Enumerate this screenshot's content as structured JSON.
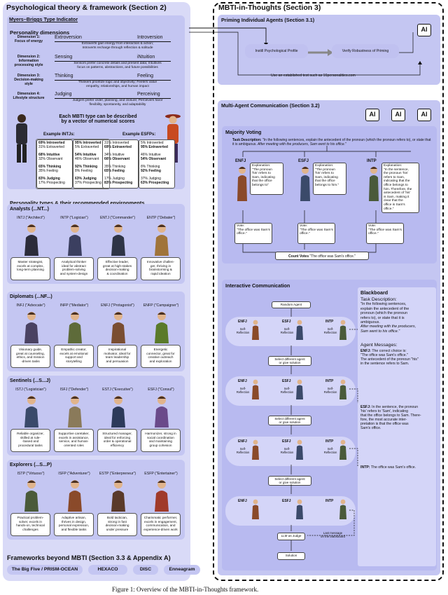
{
  "left": {
    "title": "Psychological theory & framework (Section 2)",
    "mbti_title": "Myers–Briggs Type Indicator",
    "dimensions_title": "Personality dimensions",
    "dimensions": [
      {
        "name": "Dimension 1:\nFocus of energy",
        "left": "Extroversion",
        "right": "Introversion",
        "desc": "Extraverts gain energy from interaction & action;\nIntroverts recharge through reflection & solitude"
      },
      {
        "name": "Dimension 2:\nInformation\nprocessing style",
        "left": "Sensing",
        "right": "iNtuition",
        "desc": "Sensors prefer concrete details and present data; Intuitives\nfocus on patterns, abstractions, and future possibilities"
      },
      {
        "name": "Dimension 3:\nDecision-making\nstyle",
        "left": "Thinking",
        "right": "Feeling",
        "desc": "Thinkers prioritize logic and objectivity; Feelers value\nempathy, relationships, and human impact"
      },
      {
        "name": "Dimension 4:\nLifestyle structure",
        "left": "Judging",
        "right": "Perceiving",
        "desc": "Judgers prefer order, planning, and closure; Perceivers favor\nflexibility, spontaneity, and adaptability"
      }
    ],
    "vector_text": "Each MBTI type can be described\nby a vector of numerical scores",
    "example_intj": "Example INTJs:",
    "example_esfp": "Example ESFPs:",
    "intj_a": [
      "69% Introverted",
      "31% Extraverted",
      "68% Intuitive",
      "32% Observant",
      "65% Thinking",
      "35% Feeling",
      "83% Judging",
      "17% Prospecting"
    ],
    "intj_b": [
      "95% Introverted",
      "5% Extraverted",
      "54% Intuitive",
      "46% Observant",
      "92% Thinking",
      "8% Feeling",
      "63% Judging",
      "37% Prospecting"
    ],
    "esfp_a": [
      "31% Introverted",
      "69% Extraverted",
      "34% Intuitive",
      "66% Observant",
      "35% Thinking",
      "65% Feeling",
      "17% Judging",
      "83% Prospecting"
    ],
    "esfp_b": [
      "5% Introverted",
      "95% Extraverted",
      "46% Intuitive",
      "54% Observant",
      "8% Thinking",
      "92% Feeling",
      "37% Judging",
      "63% Prospecting"
    ],
    "types_title": "Personality types & their recommended environments",
    "groups": [
      {
        "name": "Analysts (...NT...)",
        "types": [
          {
            "t": "INTJ (\"Architect\")",
            "d": "Master strategist,\nexcels at complex,\nlong-term planning"
          },
          {
            "t": "INTP (\"Logician\")",
            "d": "Analytical thinker\nideal for abstract\nproblem-solving\nand system-design"
          },
          {
            "t": "ENTJ (\"Commander\")",
            "d": "Effective leader,\ngreat at high-stakes\ndecision-making\n& coordination"
          },
          {
            "t": "ENTP (\"Debater\")",
            "d": "Innovative challen-\nger, thriving in\nbrainstorming &\nrapid ideation"
          }
        ]
      },
      {
        "name": "Diplomats (...NF...)",
        "types": [
          {
            "t": "INFJ (\"Advocate\")",
            "d": "Visionary guide,\ngreat at counseling,\nethics, and mission\n-driven tasks"
          },
          {
            "t": "INFP (\"Mediator\")",
            "d": "Empathic creator,\nexcels at emotional\nsupport and\nstorytelling"
          },
          {
            "t": "ENFJ (\"Protagonist\")",
            "d": "Inspirational\nmotivator, ideal for\nteam leadership\nand persuasion"
          },
          {
            "t": "ENFP (\"Campaigner\")",
            "d": "Energetic\nconnector, great for\ncreative outreach\nand exploration"
          }
        ]
      },
      {
        "name": "Sentinels (...S...J)",
        "types": [
          {
            "t": "ISTJ (\"Logistician\")",
            "d": "Reliable organizer,\nskilled at rule-\n-based and\nprocedural tasks"
          },
          {
            "t": "ISFJ (\"Defender\")",
            "d": "Supportive caretaker,\nexcels in assistance,\nservice, and human-\noriented roles"
          },
          {
            "t": "ESTJ (\"Executive\")",
            "d": "Structured manager,\nideal for enforcing\norder & operational\nefficiency"
          },
          {
            "t": "ESFJ (\"Consul\")",
            "d": "Harmonizer, strong in\nsocial coordination\nand maintaining\ngroup cohesion"
          }
        ]
      },
      {
        "name": "Explorers (...S...P)",
        "types": [
          {
            "t": "ISTP (\"Virtuoso\")",
            "d": "Practical problem-\nsolver, excels in\nhands-on, technical\nchallenges"
          },
          {
            "t": "ISFP (\"Adventurer\")",
            "d": "Adaptive artisan,\nthrives in design,\npersonal expression,\nand flexible tasks"
          },
          {
            "t": "ESTP (\"Enterpreneur\")",
            "d": "Bold tactician,\nstrong in fast\ndecision-making\nunder pressure"
          },
          {
            "t": "ESFP (\"Entertainer\")",
            "d": "Charismatic performer,\nexcels in engagement,\ncommunication, and\nexperience-driven work"
          }
        ]
      }
    ],
    "beyond_title": "Frameworks beyond MBTI (Section 3.3 & Appendix A)",
    "frameworks": [
      "The Big Five / PRISM-OCEAN",
      "HEXACO",
      "DISC",
      "Enneagram"
    ]
  },
  "right": {
    "title": "MBTI-in-Thoughts (Section 3)",
    "priming_title": "Priming Individual Agents (Section 3.1)",
    "instill": "Instill Psychological Profile",
    "verify": "Verify Robustness of Priming",
    "test_note": "Use an established test such as 16personalities.com",
    "ai_label": "AI",
    "multi_title": "Multi-Agent Communication (Section 3.2)",
    "majority_title": "Majority Voting",
    "task_label": "Task Description:",
    "task_text": " \"In the following sentences, explain the antecedent of the pronoun (which the pronoun refers to), or state that it is ambiguous.",
    "task_italic": " After meeting with the producers, Sam went to his office.\"",
    "agents": [
      "ENFJ",
      "ESFJ",
      "INTP"
    ],
    "explanations": [
      "Explanation:\n\"The pronoun\n'his' refers to\nSam, indicating\nthat the office\nbelongs to\"",
      "Explanation:\n\"The pronoun\n'his' refers to\nSam, indicating\nthat the office\nbelongs to him.\"",
      "Explanation:\n\"In the sentence,\nthe pronoun 'his'\nrefers to Sam,\nindicating that the\noffice belongs to\nhim. Therefore, the\nantecedent of 'his'\nis Sam, making it\nclear that the\noffice is Sam's\noffice.\""
    ],
    "vote": "Vote:\n\"The office was Sam's\noffice.\"",
    "count_votes_label": "Count Votes",
    "count_votes_text": " \"The office was Sam's office.\"",
    "interactive_title": "Interactive Communication",
    "random_agent": "Random Agent",
    "self_reflection": "Self-\nReflection",
    "select_agent": "Select different agent\nor give solution",
    "llm_judge": "LLM as Judge",
    "last_message": "Last message\non the blackboard",
    "solution": "Solution",
    "blackboard": {
      "title": "Blackboard",
      "task_label": "Task Description:",
      "task_text": "\"In the following sentences,\nexplain the antecedent of the\npronoun (which the pronoun\nrefers to), or state that it is\nambiguous.",
      "task_italic": "After meeting with the producers,\nSam went to his office.\"",
      "messages_label": "Agent Messages:",
      "enfj_label": "ENFJ:",
      "enfj_text": " The correct choice is:\n\"The office was Sam's office.\"\nThe antecedent of the pronoun \"his\"\nin the sentence refers to Sam.",
      "esfj_label": "ESFJ:",
      "esfj_text": " In the sentence, the pronoun\n'his' refers to 'Sam', indicating\nthat the office belongs to Sam. There-\nfore, the most accurate inter-\npretation is that the office was\nSam's office.",
      "intp_label": "INTP:",
      "intp_text": " The office was Sam's office."
    }
  },
  "caption": "Figure 1: Overview of the MBTI-in-Thoughts framework.",
  "colors": {
    "panel": "#d9daf7",
    "box": "#c4c6f2",
    "accent": "#6b6fd9",
    "bold_blue": "#1a1a8a"
  }
}
